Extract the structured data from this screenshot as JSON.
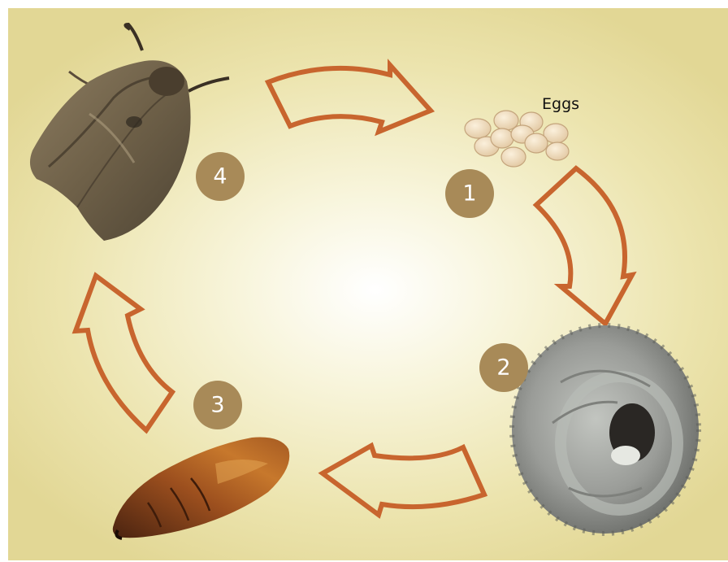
{
  "diagram": {
    "eggs_label": "Eggs",
    "stages": [
      {
        "number": "1",
        "depicts": "eggs-icon"
      },
      {
        "number": "2",
        "depicts": "larva-icon"
      },
      {
        "number": "3",
        "depicts": "pupa-icon"
      },
      {
        "number": "4",
        "depicts": "moth-icon"
      }
    ],
    "colors": {
      "arrow_outline": "#c8652e",
      "badge": "#a88a58",
      "background": "#ece4ae"
    }
  }
}
